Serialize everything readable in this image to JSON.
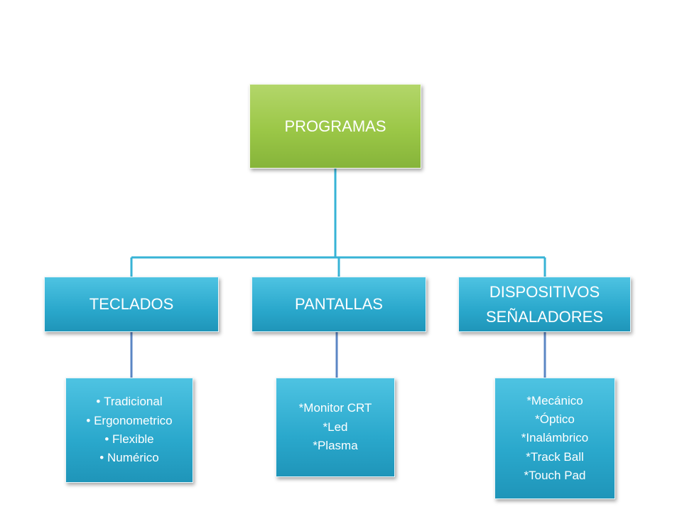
{
  "root": {
    "label": "PROGRAMAS"
  },
  "categories": [
    {
      "label": "TECLADOS",
      "items": [
        "Tradicional",
        "Ergonometrico",
        "Flexible",
        "Numérico"
      ]
    },
    {
      "label": "PANTALLAS",
      "items": [
        "*Monitor CRT",
        "*Led",
        "*Plasma"
      ]
    },
    {
      "label_lines": [
        "DISPOSITIVOS",
        "SEÑALADORES"
      ],
      "items": [
        "*Mecánico",
        "*Óptico",
        "*Inalámbrico",
        "*Track Ball",
        "*Touch Pad"
      ]
    }
  ],
  "colors": {
    "root_fill": "#9bc747",
    "category_fill": "#2aa8cc",
    "connector_top": "#37b3d6",
    "connector_bottom": "#5b86c4"
  }
}
